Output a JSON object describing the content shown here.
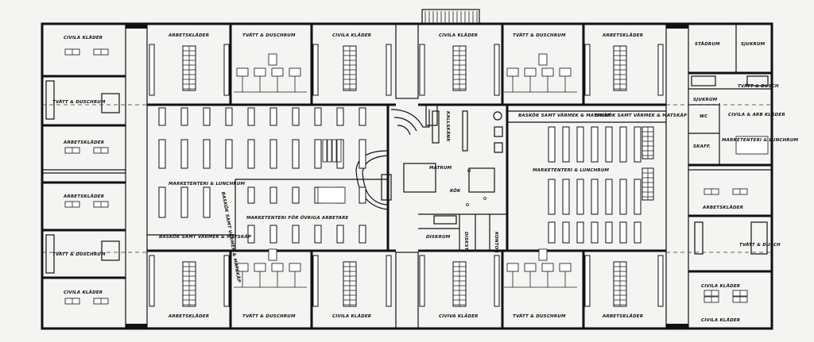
{
  "labels": {
    "civila_klader": "CIVILA KLÄDER",
    "civiva_klader": "CIVIVA KLÄDER",
    "arbetsklader": "ARBETSKLÄDER",
    "arbetsklader_2": "ARBETSKLÄDER",
    "tvatt_duschrum": "TVÄTT & DUSCHRUM",
    "marketenteri_lunchrum": "MARKETENTERI & LUNCHRUM",
    "marketenteri_ovriga": "MARKETENTERI FÖR ÖVRIGA ARBETARE",
    "baskok": "BASKÖK SAMT VÄRMEK & MATSKÅP",
    "baskok_vertical": "BASKÖK SAMT VÄRMEK & MATSKÅP",
    "kok": "KÖK",
    "matrum": "MATRUM",
    "diskrum": "DISKRUM",
    "diskstall": "DISKST.",
    "kallskank": "KALLSKÄNK",
    "kontor": "KONTOR",
    "stadrum": "STÄDRUM",
    "sjukrum": "SJUKRUM",
    "sjukrum_2": "SJUKRUM",
    "wc": "WC",
    "skafferi": "SKAFF.",
    "civila_arb_klader": "CIVILA & ARB KLÄDER",
    "tvatt_small": "TVÄTT & DUSCH",
    "marketenteri_small": "MARKETENTERI & LUNCHRUM"
  }
}
